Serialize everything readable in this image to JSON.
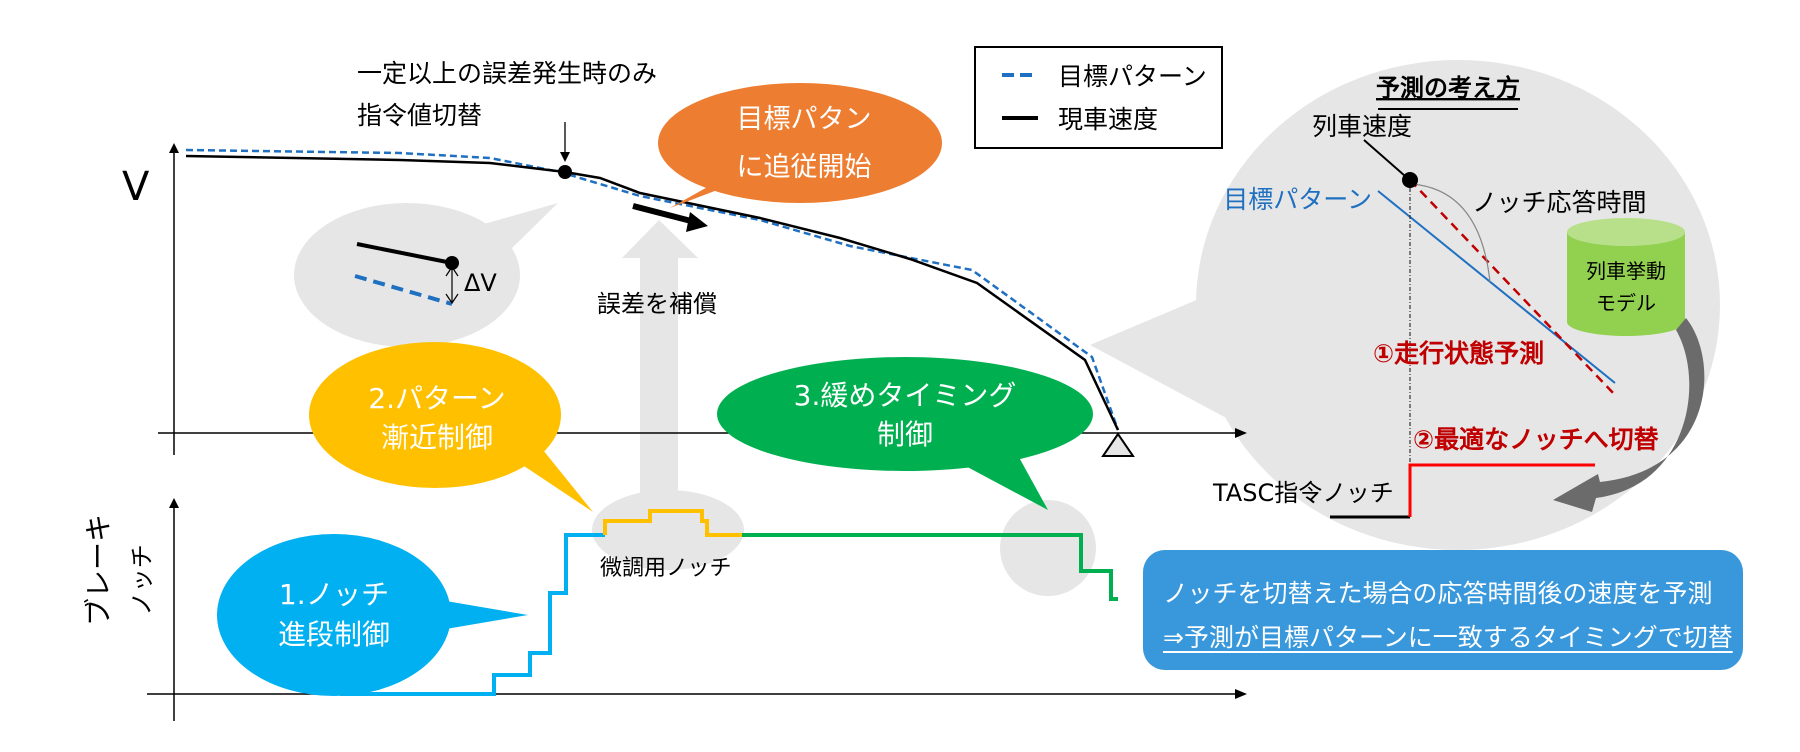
{
  "colors": {
    "target_pattern": "#1f70c1",
    "current_speed": "#000000",
    "bubble_orange": "#ed7d31",
    "bubble_yellow": "#ffc000",
    "bubble_green": "#00b050",
    "bubble_blue": "#00b0f0",
    "bubble_gray": "#e6e6e6",
    "prediction_red": "#c00000",
    "notch_red": "#ff0000",
    "cylinder_green": "#92d050",
    "info_box_blue": "#3898db"
  },
  "legend": {
    "items": [
      {
        "label": "目標パターン",
        "style": "dashed",
        "color": "#1f70c1"
      },
      {
        "label": "現車速度",
        "style": "solid",
        "color": "#000000"
      }
    ]
  },
  "speed_chart": {
    "y_axis_label": "V",
    "annotation_switch_line1": "一定以上の誤差発生時のみ",
    "annotation_switch_line2": "指令値切替",
    "delta_v_label": "ΔV",
    "compensate_label": "誤差を補償",
    "stop_marker": "triangle"
  },
  "notch_chart": {
    "y_axis_label_line1": "ブレーキ",
    "y_axis_label_line2": "ノッチ",
    "fine_notch_label": "微調用ノッチ"
  },
  "bubbles": {
    "follow_start": {
      "line1": "目標パタン",
      "line2": "に追従開始"
    },
    "notch_step": {
      "line1": "1.ノッチ",
      "line2": "進段制御"
    },
    "pattern_approach": {
      "line1": "2.パターン",
      "line2": "漸近制御"
    },
    "release_timing": {
      "line1": "3.緩めタイミング",
      "line2": "制御"
    }
  },
  "prediction": {
    "title": "予測の考え方",
    "train_speed_label": "列車速度",
    "target_pattern_label": "目標パターン",
    "notch_response_label": "ノッチ応答時間",
    "model_line1": "列車挙動",
    "model_line2": "モデル",
    "step1": "①走行状態予測",
    "step2": "②最適なノッチへ切替",
    "tasc_notch_label": "TASC指令ノッチ"
  },
  "info_box": {
    "line1": "ノッチを切替えた場合の応答時間後の速度を予測",
    "line2": "⇒予測が目標パターンに一致するタイミングで切替"
  }
}
